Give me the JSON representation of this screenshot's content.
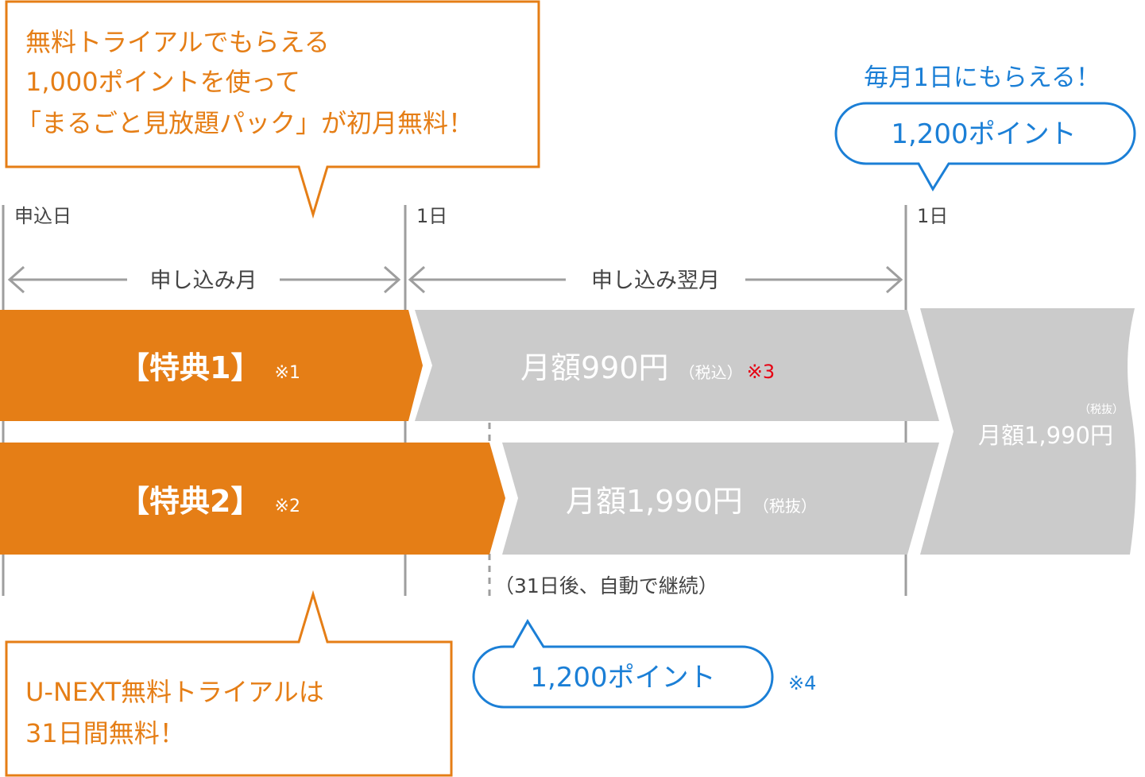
{
  "callouts": {
    "top_left": {
      "line1": "無料トライアルでもらえる",
      "line2": "1,000ポイントを使って",
      "line3": "「まるごと見放題パック」が初月無料！"
    },
    "top_right_caption": "毎月1日にもらえる！",
    "top_right_points": "1,200ポイント",
    "bottom_left": {
      "line1": "U-NEXT無料トライアルは",
      "line2": "31日間無料！"
    },
    "bottom_points": "1,200ポイント",
    "bottom_note": "※4"
  },
  "timeline": {
    "day_labels": [
      "申込日",
      "1日",
      "1日"
    ],
    "period_labels": [
      "申し込み月",
      "申し込み翌月"
    ],
    "continue_note": "（31日後、自動で継続）"
  },
  "rows": {
    "row1": {
      "benefit": "【特典1】",
      "benefit_note": "※1",
      "price": "月額990円",
      "price_tax": "（税込）",
      "price_note": "※3"
    },
    "row2": {
      "benefit": "【特典2】",
      "benefit_note": "※2",
      "price": "月額1,990円",
      "price_tax": "（税抜）"
    },
    "after": {
      "tax": "（税抜）",
      "price": "月額1,990円"
    }
  },
  "colors": {
    "orange": "#E57E16",
    "gray_fill": "#CBCBCB",
    "line_gray": "#9E9E9E",
    "blue": "#1B7FD6",
    "red": "#E60012",
    "text_gray": "#444444"
  }
}
